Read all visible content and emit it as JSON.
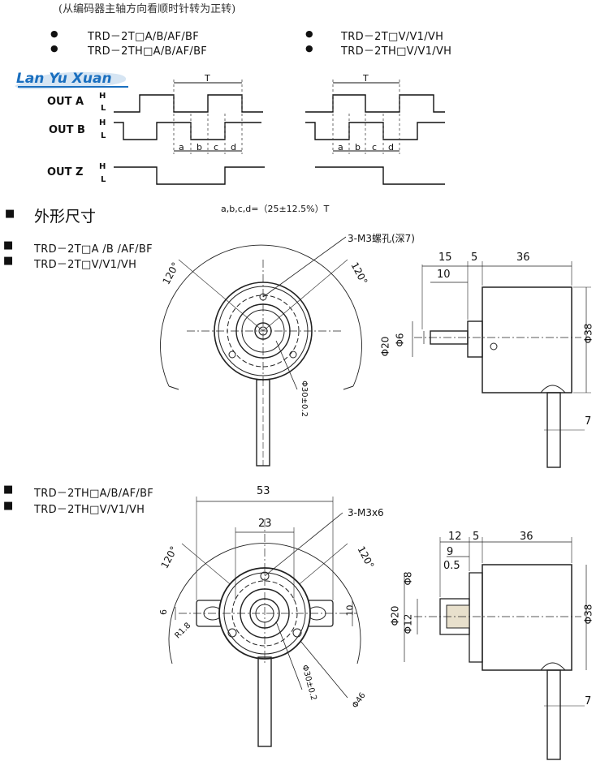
{
  "header_note": "(从编码器主轴方向看顺时针转为正转)",
  "models_left": [
    "TRD－2T□A/B/AF/BF",
    "TRD－2TH□A/B/AF/BF"
  ],
  "models_right": [
    "TRD－2T□V/V1/VH",
    "TRD－2TH□V/V1/VH"
  ],
  "logo": {
    "text": "LanYuXuan",
    "color": "#1a6fbf"
  },
  "waveform": {
    "channels": [
      "OUT A",
      "OUT B",
      "OUT Z"
    ],
    "high": "H",
    "low": "L",
    "period": "T",
    "segments": [
      "a",
      "b",
      "c",
      "d"
    ],
    "formula": "a,b,c,d=（25±12.5%）T"
  },
  "section": {
    "marker": "■",
    "title": "外形尺寸"
  },
  "drawing1": {
    "models": [
      "TRD－2T□A /B /AF/BF",
      "TRD－2T□V/V1/VH"
    ],
    "hole_label": "3-M3螺孔(深7)",
    "angle_label": "120°",
    "pcd_label": "Φ30±0.2",
    "side_dims": {
      "d15": "15",
      "d5": "5",
      "d36": "36",
      "d10": "10",
      "d38": "Φ38",
      "d7": "7",
      "body_dia": "Φ20",
      "shaft_dia": "Φ6"
    }
  },
  "drawing2": {
    "models": [
      "TRD－2TH□A/B/AF/BF",
      "TRD－2TH□V/V1/VH"
    ],
    "hole_label": "3-M3x6",
    "angle_label": "120°",
    "d53": "53",
    "d23": "23",
    "d6": "6",
    "d10": "10",
    "r18": "R1.8",
    "pcd_label": "Φ30±0.2",
    "outer_label": "Φ46",
    "side_dims": {
      "d12": "12",
      "d5": "5",
      "d36": "36",
      "d9": "9",
      "d05": "0.5",
      "d38": "Φ38",
      "d7": "7",
      "body_dia": "Φ20",
      "bore_dia": "Φ12",
      "hole_dia": "Φ8"
    }
  }
}
